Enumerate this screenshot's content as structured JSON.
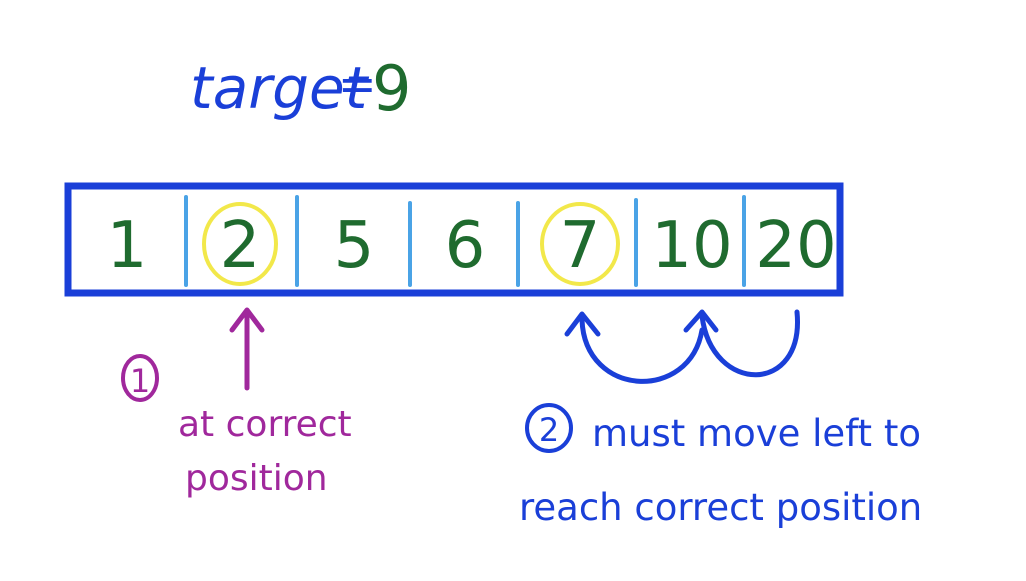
{
  "header": {
    "target_label": "target",
    "equals": "=",
    "target_value": "9"
  },
  "array": {
    "cells": [
      "1",
      "2",
      "5",
      "6",
      "7",
      "10",
      "20"
    ],
    "highlighted_indices": [
      1,
      4
    ]
  },
  "note_one": {
    "marker": "1",
    "line1": "at correct",
    "line2": "position"
  },
  "note_two": {
    "marker": "2",
    "line1": "must move left to",
    "line2": "reach correct position"
  },
  "colors": {
    "blue": "#1a3fd8",
    "divider": "#4aa3e6",
    "green": "#1f6b2f",
    "yellow": "#f2e84a",
    "purple": "#a0289c"
  }
}
